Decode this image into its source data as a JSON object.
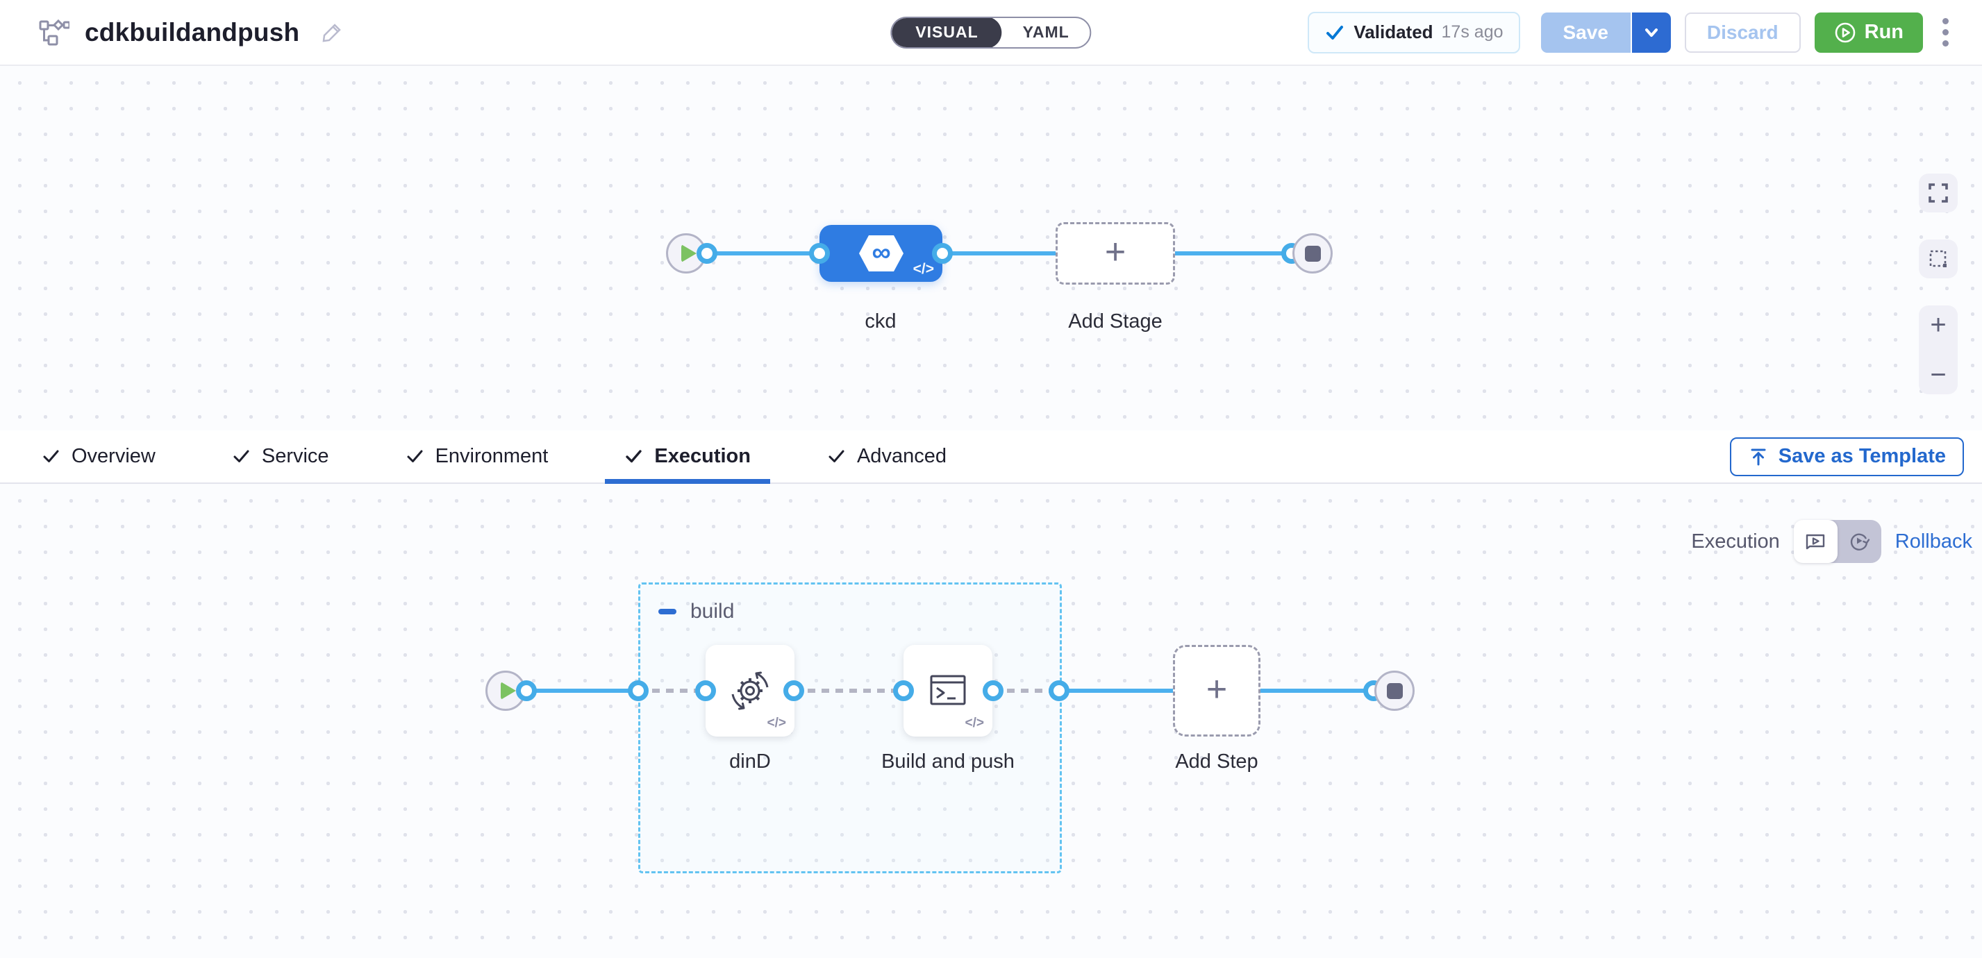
{
  "header": {
    "title": "cdkbuildandpush",
    "view_toggle": {
      "visual_label": "VISUAL",
      "yaml_label": "YAML",
      "selected": "VISUAL"
    },
    "validation": {
      "label": "Validated",
      "time_ago": "17s ago"
    },
    "save_label": "Save",
    "discard_label": "Discard",
    "run_label": "Run"
  },
  "stage_canvas": {
    "stage_name": "ckd",
    "add_stage_label": "Add Stage"
  },
  "tabs": {
    "items": [
      {
        "label": "Overview",
        "checked": true,
        "active": false
      },
      {
        "label": "Service",
        "checked": true,
        "active": false
      },
      {
        "label": "Environment",
        "checked": true,
        "active": false
      },
      {
        "label": "Execution",
        "checked": true,
        "active": true
      },
      {
        "label": "Advanced",
        "checked": true,
        "active": false
      }
    ],
    "save_as_template_label": "Save as Template"
  },
  "execution_panel": {
    "mode_label": "Execution",
    "rollback_label": "Rollback",
    "group_name": "build",
    "steps": [
      {
        "name": "dinD"
      },
      {
        "name": "Build and push"
      }
    ],
    "add_step_label": "Add Step"
  },
  "icons": {
    "code_badge": "</>",
    "plus": "+",
    "minus": "−"
  },
  "colors": {
    "stage_blue": "#2f7ce2",
    "connector_blue": "#4cb0ee",
    "port_ring_blue": "#45ace8",
    "run_green": "#53b04c",
    "link_blue": "#2d6dd2",
    "validated_check_blue": "#0278d5",
    "group_border_blue": "#63c3f1",
    "canvas_bg": "#fbfcfe"
  }
}
